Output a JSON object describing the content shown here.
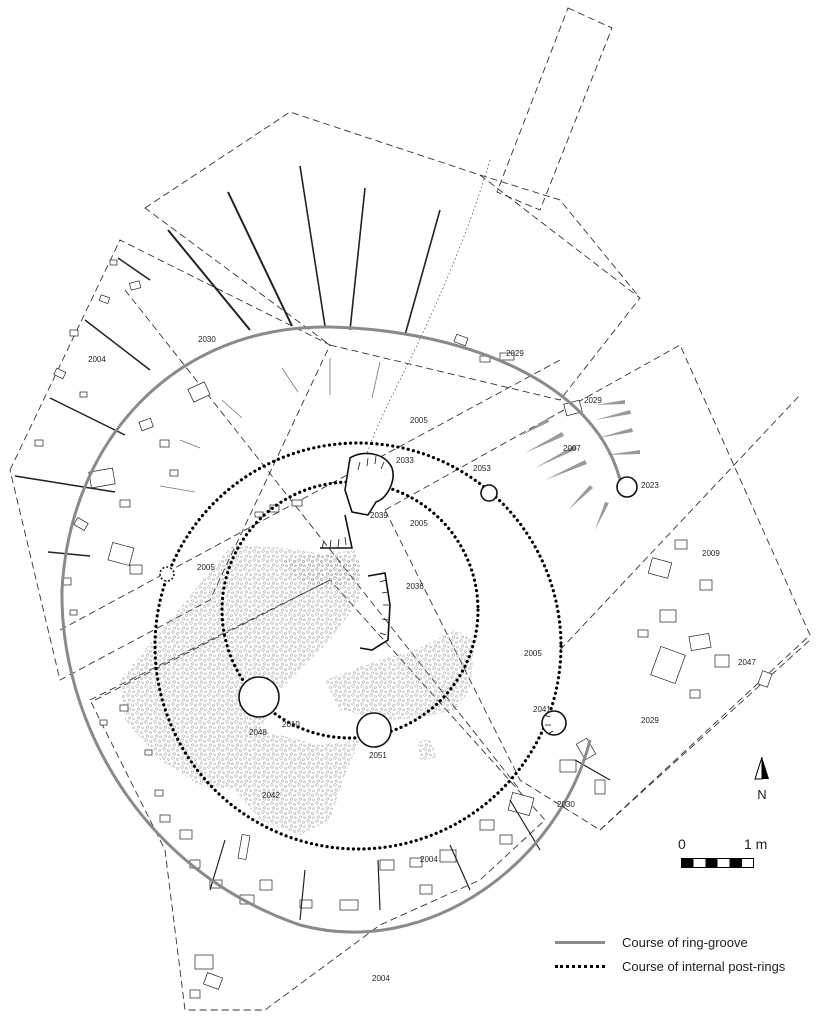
{
  "contexts": [
    {
      "id": "c2004a",
      "label": "2004"
    },
    {
      "id": "c2030a",
      "label": "2030"
    },
    {
      "id": "c2029a",
      "label": "2029"
    },
    {
      "id": "c2029b",
      "label": "2029"
    },
    {
      "id": "c2005a",
      "label": "2005"
    },
    {
      "id": "c2007",
      "label": "2007"
    },
    {
      "id": "c2033",
      "label": "2033"
    },
    {
      "id": "c2053",
      "label": "2053"
    },
    {
      "id": "c2023",
      "label": "2023"
    },
    {
      "id": "c2039",
      "label": "2039"
    },
    {
      "id": "c2005b",
      "label": "2005"
    },
    {
      "id": "c2009",
      "label": "2009"
    },
    {
      "id": "c2005c",
      "label": "2005"
    },
    {
      "id": "c2036",
      "label": "2036"
    },
    {
      "id": "c2005d",
      "label": "2005"
    },
    {
      "id": "c2047",
      "label": "2047"
    },
    {
      "id": "c2041",
      "label": "2041"
    },
    {
      "id": "c2029c",
      "label": "2029"
    },
    {
      "id": "c2048",
      "label": "2048"
    },
    {
      "id": "c2010",
      "label": "2010"
    },
    {
      "id": "c2051",
      "label": "2051"
    },
    {
      "id": "c2042",
      "label": "2042"
    },
    {
      "id": "c2030b",
      "label": "2030"
    },
    {
      "id": "c2004b",
      "label": "2004"
    },
    {
      "id": "c2004c",
      "label": "2004"
    }
  ],
  "north": {
    "label": "N"
  },
  "scale": {
    "start_label": "0",
    "end_label": "1 m"
  },
  "legend": {
    "ring_groove": "Course of ring-groove",
    "post_rings": "Course of internal post-rings"
  },
  "colors": {
    "ring_groove": "#8a8a8a",
    "post_ring": "#000000",
    "gravel": "#8c8c8c",
    "trench": "#333333"
  }
}
